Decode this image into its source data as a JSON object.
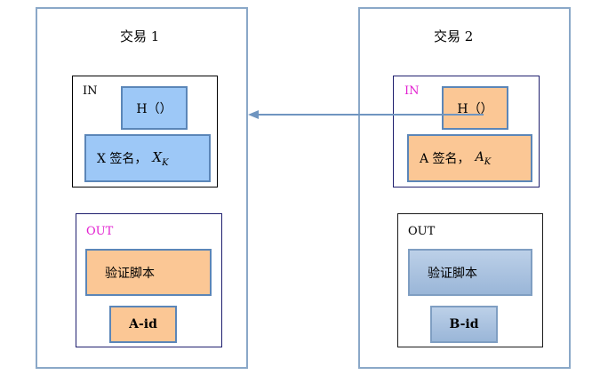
{
  "tx1": {
    "title": "交易 1",
    "in": {
      "label": "IN",
      "hash_box": "H（）",
      "sig_prefix": "X 签名，",
      "sig_var": "X",
      "sig_sub": "K"
    },
    "out": {
      "label": "OUT",
      "script_box": "验证脚本",
      "id_box": "A-id"
    }
  },
  "tx2": {
    "title": "交易 2",
    "in": {
      "label": "IN",
      "hash_box": "H（）",
      "sig_prefix": "A 签名，",
      "sig_var": "A",
      "sig_sub": "K"
    },
    "out": {
      "label": "OUT",
      "script_box": "验证脚本",
      "id_box": "B-id"
    }
  },
  "colors": {
    "frame_border": "#8aa8c8",
    "box_border": "#5b86b8",
    "blue_fill": "#9dc8f7",
    "orange_fill": "#fbc795",
    "steel_fill": "#aec6e3",
    "magenta_label": "#e21fd0",
    "arrow": "#6f95c0"
  }
}
